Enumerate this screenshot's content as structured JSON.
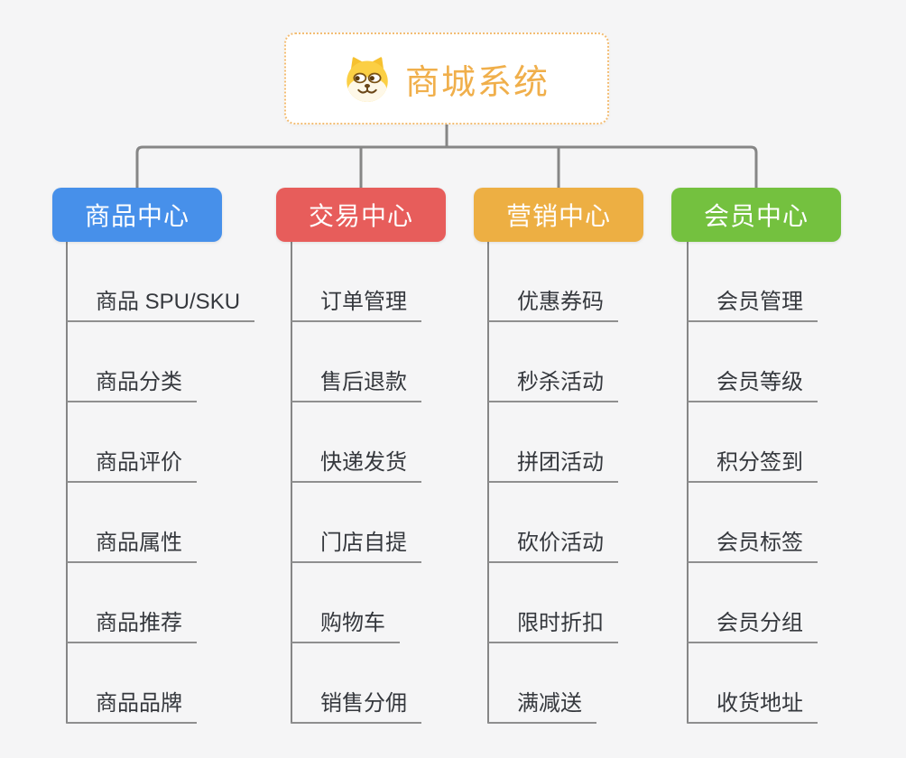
{
  "root": {
    "title": "商城系统",
    "icon": "doge-icon"
  },
  "branches": [
    {
      "id": "product-center",
      "label": "商品中心",
      "color": "#4790ea",
      "items": [
        "商品 SPU/SKU",
        "商品分类",
        "商品评价",
        "商品属性",
        "商品推荐",
        "商品品牌"
      ]
    },
    {
      "id": "trade-center",
      "label": "交易中心",
      "color": "#e75d5b",
      "items": [
        "订单管理",
        "售后退款",
        "快递发货",
        "门店自提",
        "购物车",
        "销售分佣"
      ]
    },
    {
      "id": "marketing-center",
      "label": "营销中心",
      "color": "#edaf43",
      "items": [
        "优惠券码",
        "秒杀活动",
        "拼团活动",
        "砍价活动",
        "限时折扣",
        "满减送"
      ]
    },
    {
      "id": "member-center",
      "label": "会员中心",
      "color": "#74c13f",
      "items": [
        "会员管理",
        "会员等级",
        "积分签到",
        "会员标签",
        "会员分组",
        "收货地址"
      ]
    }
  ],
  "colors": {
    "background": "#f5f5f6",
    "connector_line": "#868686",
    "child_underline": "#8f8f8f",
    "child_text": "#35383d",
    "root_text": "#f0af4b",
    "root_border": "#f3bd74"
  }
}
